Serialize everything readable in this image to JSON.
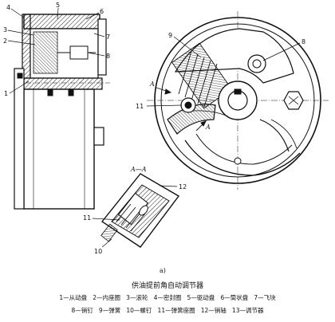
{
  "figure": {
    "subfigure_label": "a)",
    "section_label": "A—A",
    "section_mark": "A",
    "title": "供油提前角自动调节器",
    "legend_line1": "1—从动盘   2—内座圈   3—滚轮   4—密封圈   5—驱动盘   6—筒状盘   7—飞块",
    "legend_line2": "8—销钉   9—弹簧   10—螺钉   11—弹簧座圈   12—销轴   13—调节器"
  },
  "callouts": {
    "c1": "1",
    "c2": "2",
    "c3": "3",
    "c4": "4",
    "c5": "5",
    "c6": "6",
    "c7": "7",
    "c8": "8",
    "c9": "9",
    "c8b": "8",
    "c11": "11",
    "c12": "12",
    "c11b": "11",
    "c10": "10"
  }
}
